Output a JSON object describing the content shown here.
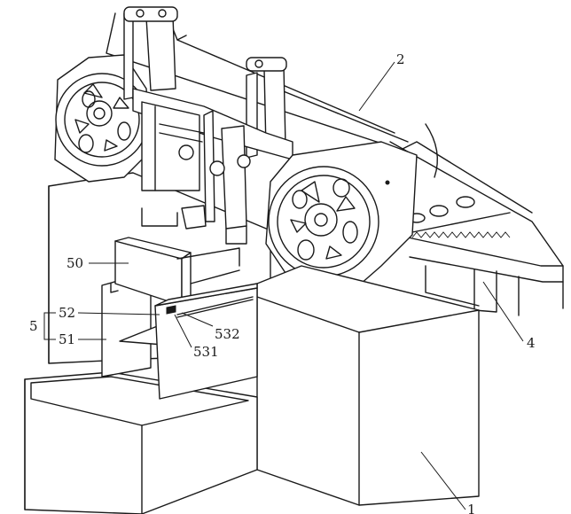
{
  "figure": {
    "labels": {
      "base": "1",
      "saw_frame": "2",
      "conveyor": "4",
      "clamp_assembly": "5",
      "clamp_plate": "50",
      "jaw_51": "51",
      "jaw_52": "52",
      "jaw_531": "531",
      "guide_532": "532"
    }
  }
}
